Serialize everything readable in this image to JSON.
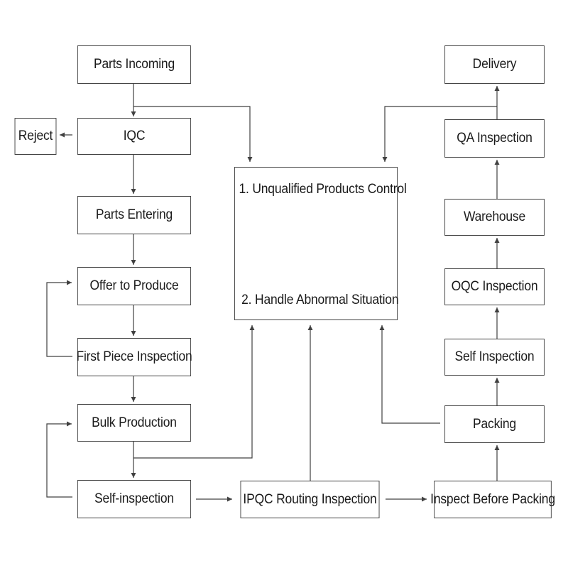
{
  "colors": {
    "line": "#404040",
    "text": "#1a1a1a",
    "background": "#ffffff"
  },
  "nodes": {
    "parts_incoming": "Parts Incoming",
    "reject": "Reject",
    "iqc": "IQC",
    "parts_entering": "Parts Entering",
    "offer_to_produce": "Offer to Produce",
    "first_piece_inspection": "First Piece Inspection",
    "bulk_production": "Bulk Production",
    "self_inspection_left": "Self-inspection",
    "ipqc_routing_inspection": "IPQC Routing Inspection",
    "inspect_before_packing": "Inspect Before Packing",
    "packing": "Packing",
    "self_inspection_right": "Self Inspection",
    "oqc_inspection": "OQC Inspection",
    "warehouse": "Warehouse",
    "qa_inspection": "QA Inspection",
    "delivery": "Delivery",
    "unqualified_control": "1. Unqualified Products Control",
    "handle_abnormal": "2. Handle Abnormal Situation"
  }
}
